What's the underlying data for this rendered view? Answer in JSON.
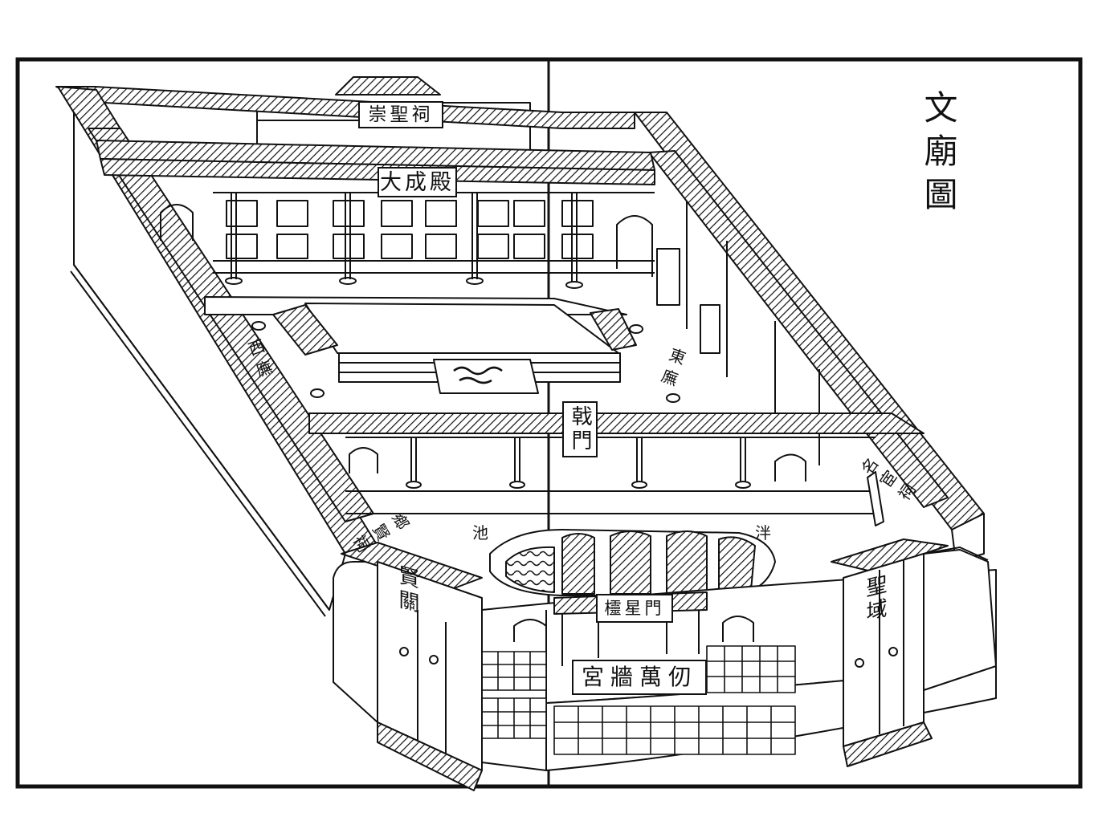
{
  "title": "文廟圖",
  "plaques": {
    "chongsheng_ci": "崇聖祠",
    "dacheng_dian": "大成殿",
    "ji_men": "戟門",
    "lingxing_men": "欞星門",
    "gongqiang_wanren": "宮牆萬仞",
    "xian_guan": "賢關",
    "sheng_yu": "聖域"
  },
  "labels": {
    "xi_wu": "西廡",
    "dong_wu": "東廡",
    "pan": "泮",
    "chi": "池",
    "xiangxian_ci": "鄉賢祠",
    "minghuan_ci": "名宦祠"
  }
}
